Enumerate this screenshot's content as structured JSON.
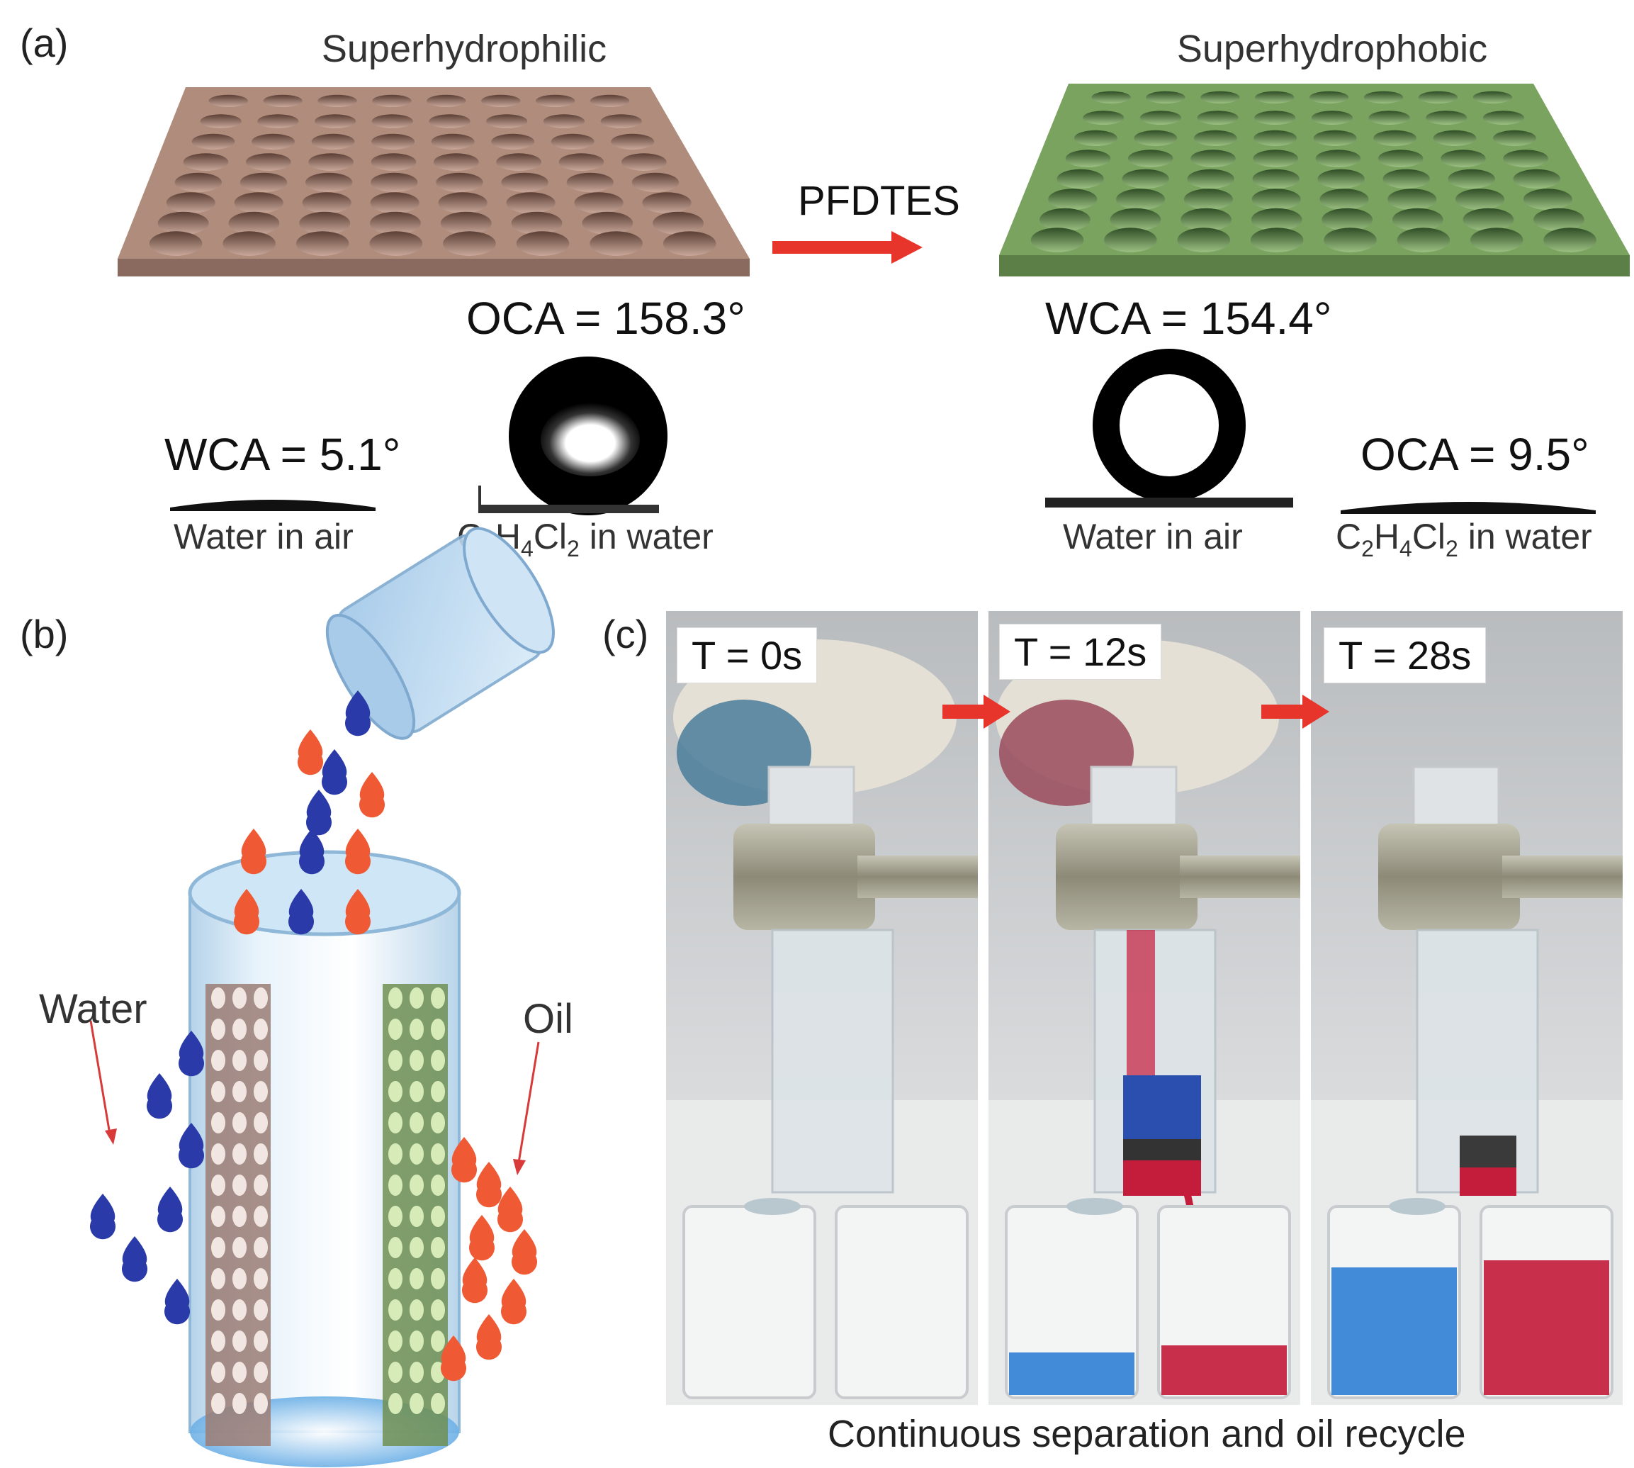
{
  "panels": {
    "a": {
      "label": "(a)",
      "left_title": "Superhydrophilic",
      "right_title": "Superhydrophobic",
      "arrow_label": "PFDTES",
      "left_oca": "OCA = 158.3°",
      "left_wca": "WCA = 5.1°",
      "left_cap_water": "Water in air",
      "left_cap_oil_pre": "C",
      "left_cap_oil_s1": "2",
      "left_cap_oil_mid": "H",
      "left_cap_oil_s2": "4",
      "left_cap_oil_cl": "Cl",
      "left_cap_oil_s3": "2",
      "left_cap_oil_post": " in water",
      "right_wca": "WCA = 154.4°",
      "right_oca": "OCA = 9.5°",
      "right_cap_water": "Water in air",
      "right_cap_oil_pre": "C",
      "right_cap_oil_s1": "2",
      "right_cap_oil_mid": "H",
      "right_cap_oil_s2": "4",
      "right_cap_oil_cl": "Cl",
      "right_cap_oil_s3": "2",
      "right_cap_oil_post": " in water",
      "colors": {
        "hydrophilic": "#a88474",
        "hydrophobic": "#6f9a55",
        "arrow": "#e8352b"
      }
    },
    "b": {
      "label": "(b)",
      "water_label": "Water",
      "oil_label": "Oil",
      "colors": {
        "water_drop": "#2a3aa8",
        "oil_drop": "#ef5a35"
      }
    },
    "c": {
      "label": "(c)",
      "times": [
        "T = 0s",
        "T = 12s",
        "T = 28s"
      ],
      "caption": "Continuous separation and oil recycle",
      "colors": {
        "blue_liquid": "#2e7fd6",
        "red_liquid": "#c41d3c"
      }
    }
  }
}
